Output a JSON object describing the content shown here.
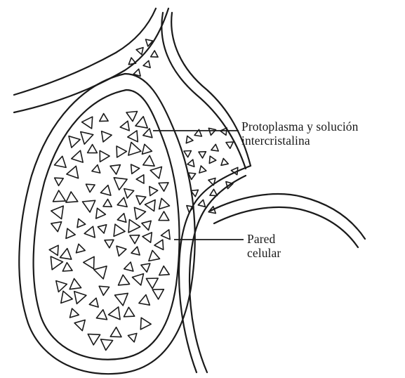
{
  "labels": {
    "protoplasm": [
      "Protoplasma y solución",
      "intercristalina"
    ],
    "cell_wall": [
      "Pared",
      "celular"
    ]
  },
  "colors": {
    "ink": "#1a1a1a",
    "background": "#ffffff"
  }
}
